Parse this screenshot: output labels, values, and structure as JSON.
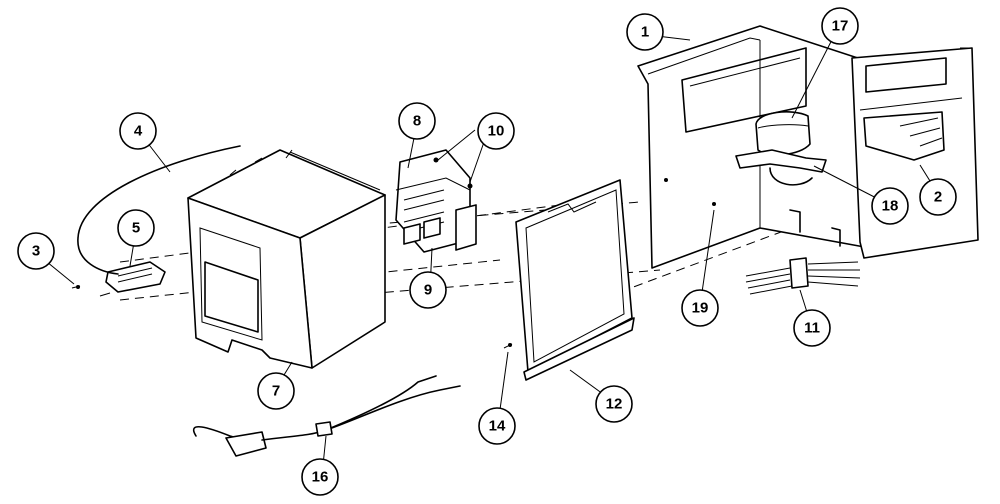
{
  "callouts": [
    {
      "id": "c1",
      "label": "1"
    },
    {
      "id": "c2",
      "label": "2"
    },
    {
      "id": "c3",
      "label": "3"
    },
    {
      "id": "c4",
      "label": "4"
    },
    {
      "id": "c5",
      "label": "5"
    },
    {
      "id": "c7",
      "label": "7"
    },
    {
      "id": "c8",
      "label": "8"
    },
    {
      "id": "c9",
      "label": "9"
    },
    {
      "id": "c10",
      "label": "10"
    },
    {
      "id": "c11",
      "label": "11"
    },
    {
      "id": "c12",
      "label": "12"
    },
    {
      "id": "c14",
      "label": "14"
    },
    {
      "id": "c16",
      "label": "16"
    },
    {
      "id": "c17",
      "label": "17"
    },
    {
      "id": "c18",
      "label": "18"
    },
    {
      "id": "c19",
      "label": "19"
    }
  ]
}
